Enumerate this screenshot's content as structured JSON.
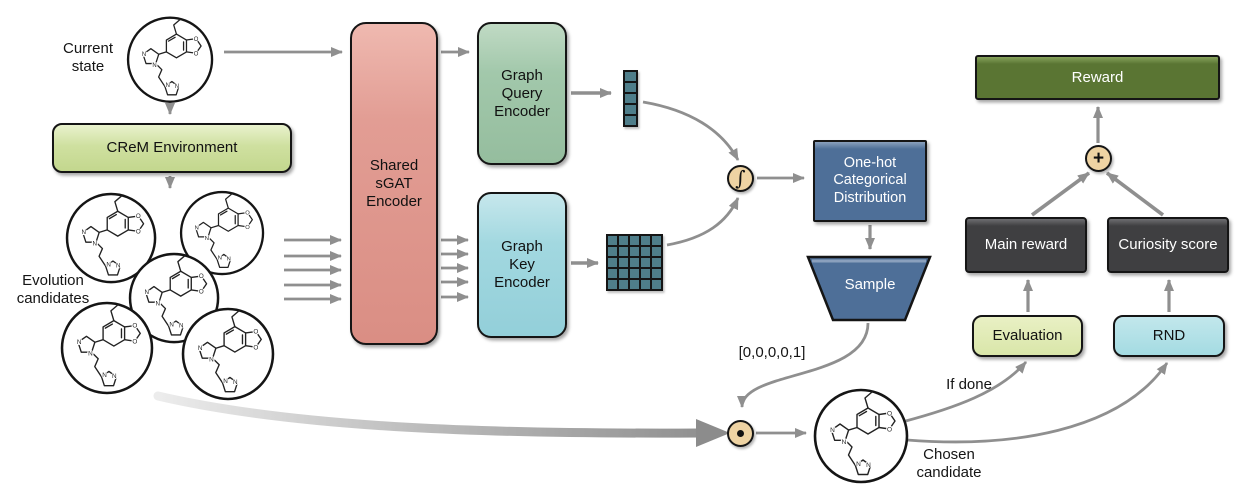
{
  "labels": {
    "current_state": "Current state",
    "evolution_candidates": "Evolution candidates",
    "chosen_candidate": "Chosen candidate",
    "if_done": "If done",
    "onehot_vector": "[0,0,0,0,1]"
  },
  "nodes": {
    "crem": "CReM Environment",
    "sgat": "Shared sGAT Encoder",
    "graph_query": "Graph Query Encoder",
    "graph_key": "Graph Key Encoder",
    "onehot": "One-hot Categorical Distribution",
    "sample": "Sample",
    "reward": "Reward",
    "main_reward": "Main reward",
    "curiosity": "Curiosity score",
    "evaluation": "Evaluation",
    "rnd": "RND"
  },
  "operators": {
    "attention": "∫",
    "select": "",
    "sum": "+"
  },
  "memory": {
    "query_vector_grid": "5x1",
    "key_matrix_grid": "5x5"
  },
  "palette": {
    "arrow_gray": "#8f8f8f",
    "crem_green": "#cfe0a0",
    "encoder_pink": "#e29d94",
    "query_green": "#a2c8ab",
    "key_cyan": "#a2d8e0",
    "distribution_blue": "#4e6f98",
    "reward_green": "#5a7533",
    "dark_box_gray": "#3f3f41",
    "evaluation_green": "#d9e6a9",
    "rnd_cyan": "#a4dbe2",
    "operator_tan": "#eed3a3",
    "memory_cell_teal": "#4f7e8a"
  }
}
